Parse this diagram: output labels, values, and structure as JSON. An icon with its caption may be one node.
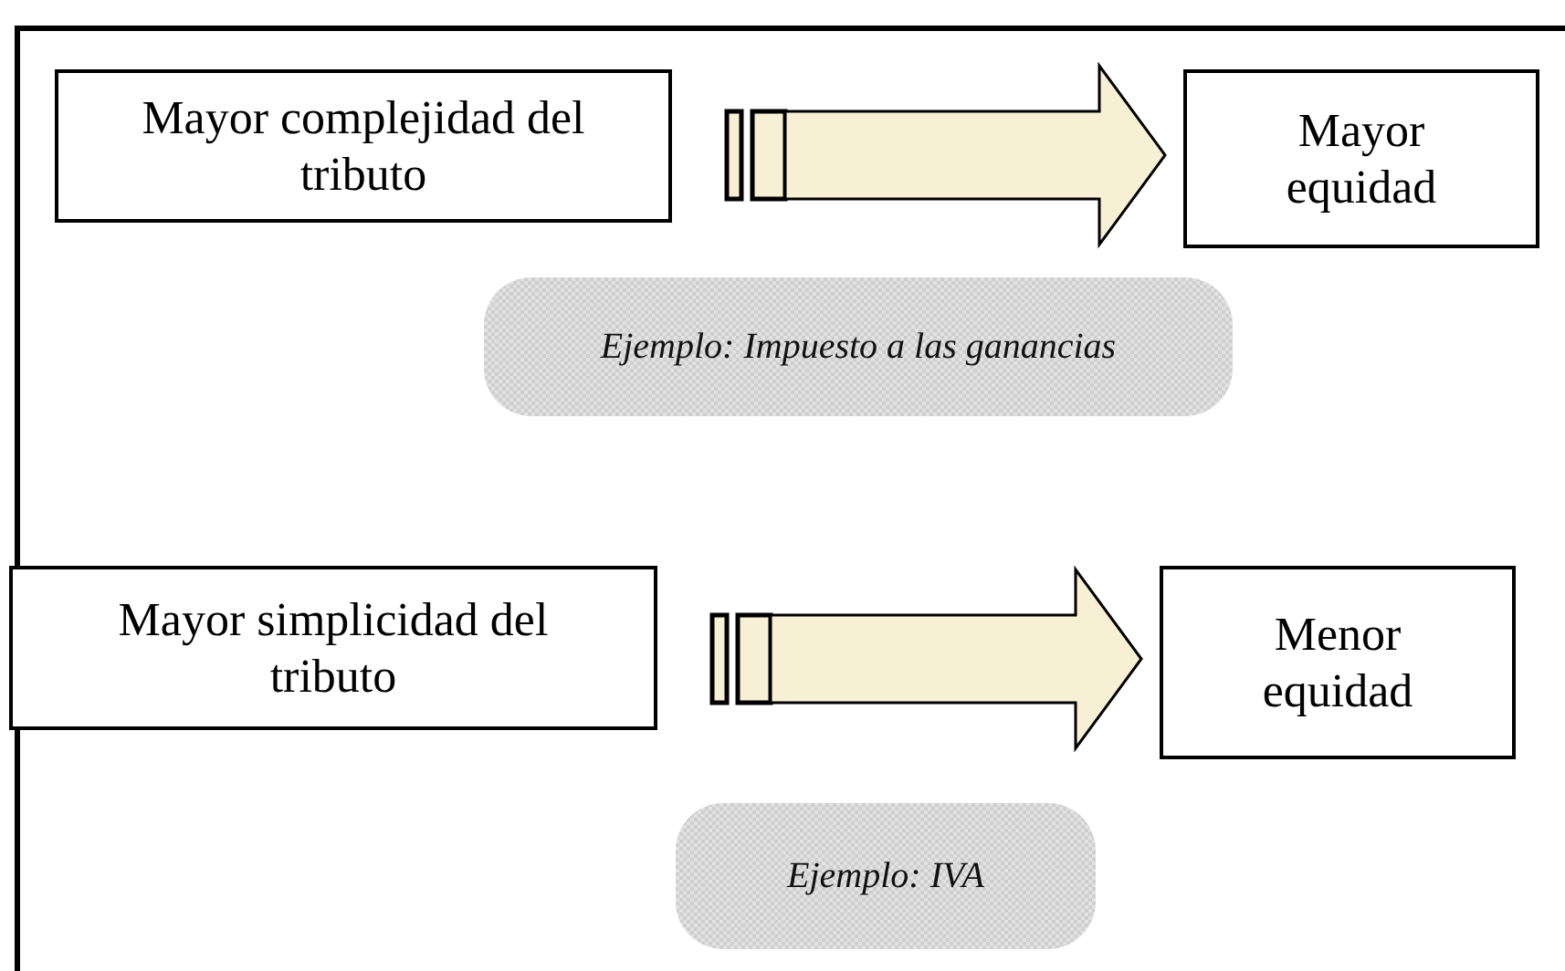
{
  "diagram": {
    "nodes": [
      {
        "text": [
          "Mayor complejidad del tributo"
        ]
      },
      {
        "text": [
          "Mayor equidad"
        ]
      },
      {
        "text": [
          "Ejemplo: Impuesto a las ganancias"
        ]
      },
      {
        "text": [
          "Mayor simplicidad del tributo"
        ]
      },
      {
        "text": [
          "Menor equidad"
        ]
      },
      {
        "text": [
          "Ejemplo: IVA"
        ]
      }
    ],
    "edges": [
      {
        "from": 0,
        "to": 1,
        "arrow": "to"
      },
      {
        "from": 3,
        "to": 4,
        "arrow": "to"
      }
    ]
  }
}
